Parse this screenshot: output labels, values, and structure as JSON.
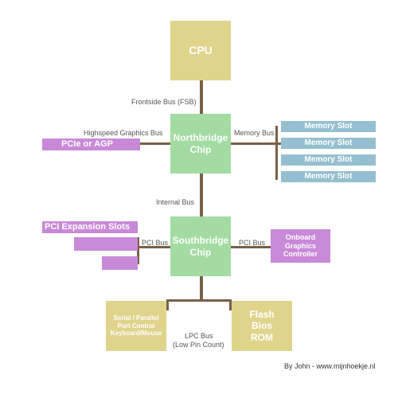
{
  "cpu": "CPU",
  "northbridge": "Northbridge Chip",
  "southbridge": "Southbridge Chip",
  "pcie_agp": "PCIe or AGP",
  "pci_expansion": "PCI Expansion Slots",
  "memory_slots": [
    "Memory Slot",
    "Memory Slot",
    "Memory Slot",
    "Memory Slot"
  ],
  "onboard_graphics": "Onboard Graphics Controller",
  "serial_parallel": "Serial / Parallel Port Control Keyboard/Mouse",
  "flash_bios": "Flash Bios ROM",
  "labels": {
    "fsb": "Frontside Bus (FSB)",
    "highspeed": "Highspeed Graphics Bus",
    "memory_bus": "Memory Bus",
    "internal_bus": "Internal Bus",
    "pci_bus_left": "PCI Bus",
    "pci_bus_right": "PCI Bus",
    "lpc_bus": "LPC Bus",
    "lpc_sub": "(Low Pin Count)"
  },
  "credit": "By John - www.mijnhoekje.nl",
  "colors": {
    "cpu_yellow": "#e0d48c",
    "chip_green": "#a3dba3",
    "slot_purple": "#c88ad8",
    "memory_blue": "#95bfd0",
    "connector_brown": "#7a6048"
  }
}
